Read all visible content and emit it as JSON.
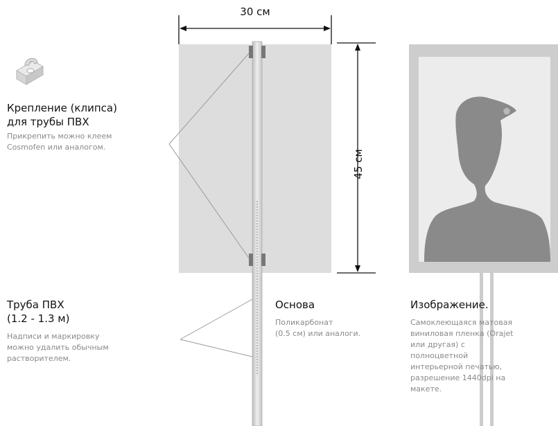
{
  "dimensions": {
    "width_label": "30 см",
    "height_label": "45 см"
  },
  "clip": {
    "title_line1": "Крепление (клипса)",
    "title_line2": "для трубы ПВХ",
    "note_line1": "Прикрепить можно клеем",
    "note_line2": "Cosmofen или аналогом."
  },
  "pipe": {
    "title_line1": "Труба ПВХ",
    "title_line2": "(1.2 - 1.3 м)",
    "note_line1": "Надписи и маркировку",
    "note_line2": "можно удалить обычным",
    "note_line3": "растворителем."
  },
  "base": {
    "title": "Основа",
    "note_line1": "Поликарбонат",
    "note_line2": "(0.5 см) или аналоги."
  },
  "image": {
    "title": "Изображение.",
    "note_line1": "Самоклеющаяся матовая",
    "note_line2": "виниловая пленка (Orajet",
    "note_line3": "или другая) с",
    "note_line4": "полноцветной",
    "note_line5": "интерьерной печатью,",
    "note_line6": "разрешение 1440dpi на",
    "note_line7": "макете."
  },
  "colors": {
    "panel": "#dddddd",
    "frame": "#cdcdcd",
    "silhouette": "#8a8a8a",
    "pipe": "#e3e3e3",
    "clip": "#777777",
    "dimension_line": "#111111",
    "pointer_line": "#9a9a9a"
  }
}
